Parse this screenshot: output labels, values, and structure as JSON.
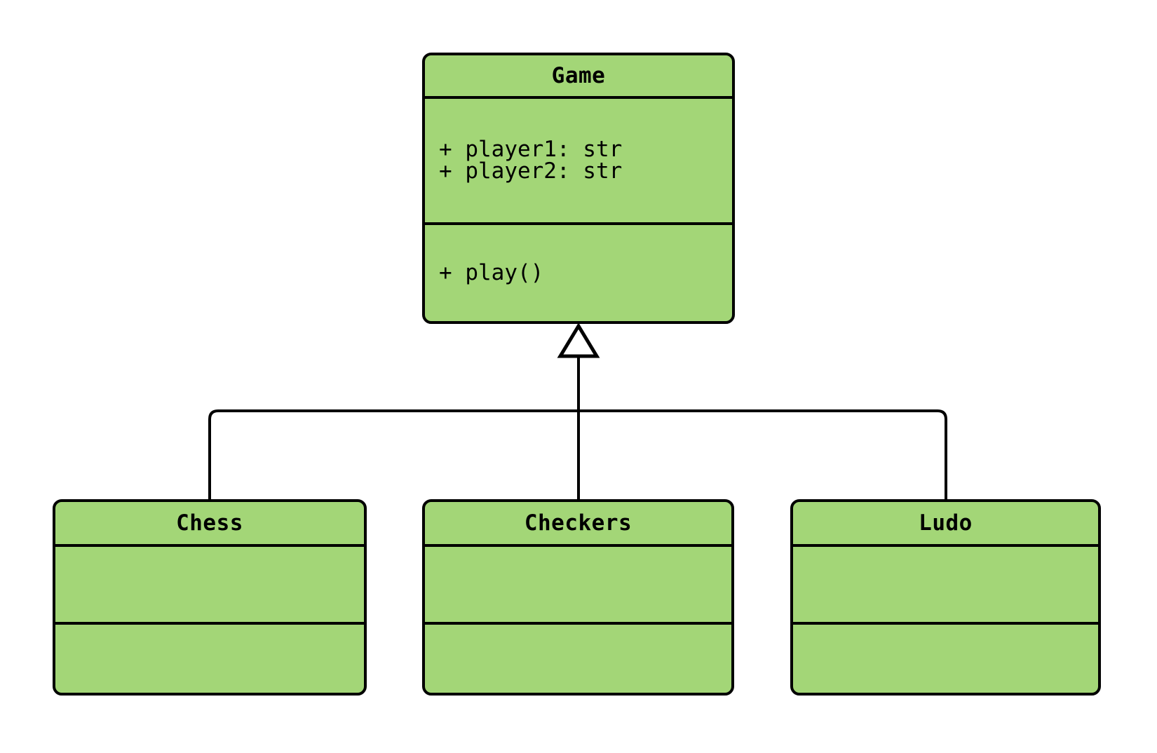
{
  "diagram_type": "uml-class-inheritance",
  "colors": {
    "node_fill": "#a3d677",
    "node_border": "#000000",
    "line": "#000000",
    "background": "#ffffff"
  },
  "classes": [
    {
      "name": "Game",
      "attributes": [
        "+ player1: str",
        "+ player2: str"
      ],
      "methods": [
        "+ play()"
      ]
    },
    {
      "name": "Chess",
      "attributes": [],
      "methods": []
    },
    {
      "name": "Checkers",
      "attributes": [],
      "methods": []
    },
    {
      "name": "Ludo",
      "attributes": [],
      "methods": []
    }
  ],
  "relationships": [
    {
      "type": "inheritance",
      "from": "Chess",
      "to": "Game"
    },
    {
      "type": "inheritance",
      "from": "Checkers",
      "to": "Game"
    },
    {
      "type": "inheritance",
      "from": "Ludo",
      "to": "Game"
    }
  ]
}
